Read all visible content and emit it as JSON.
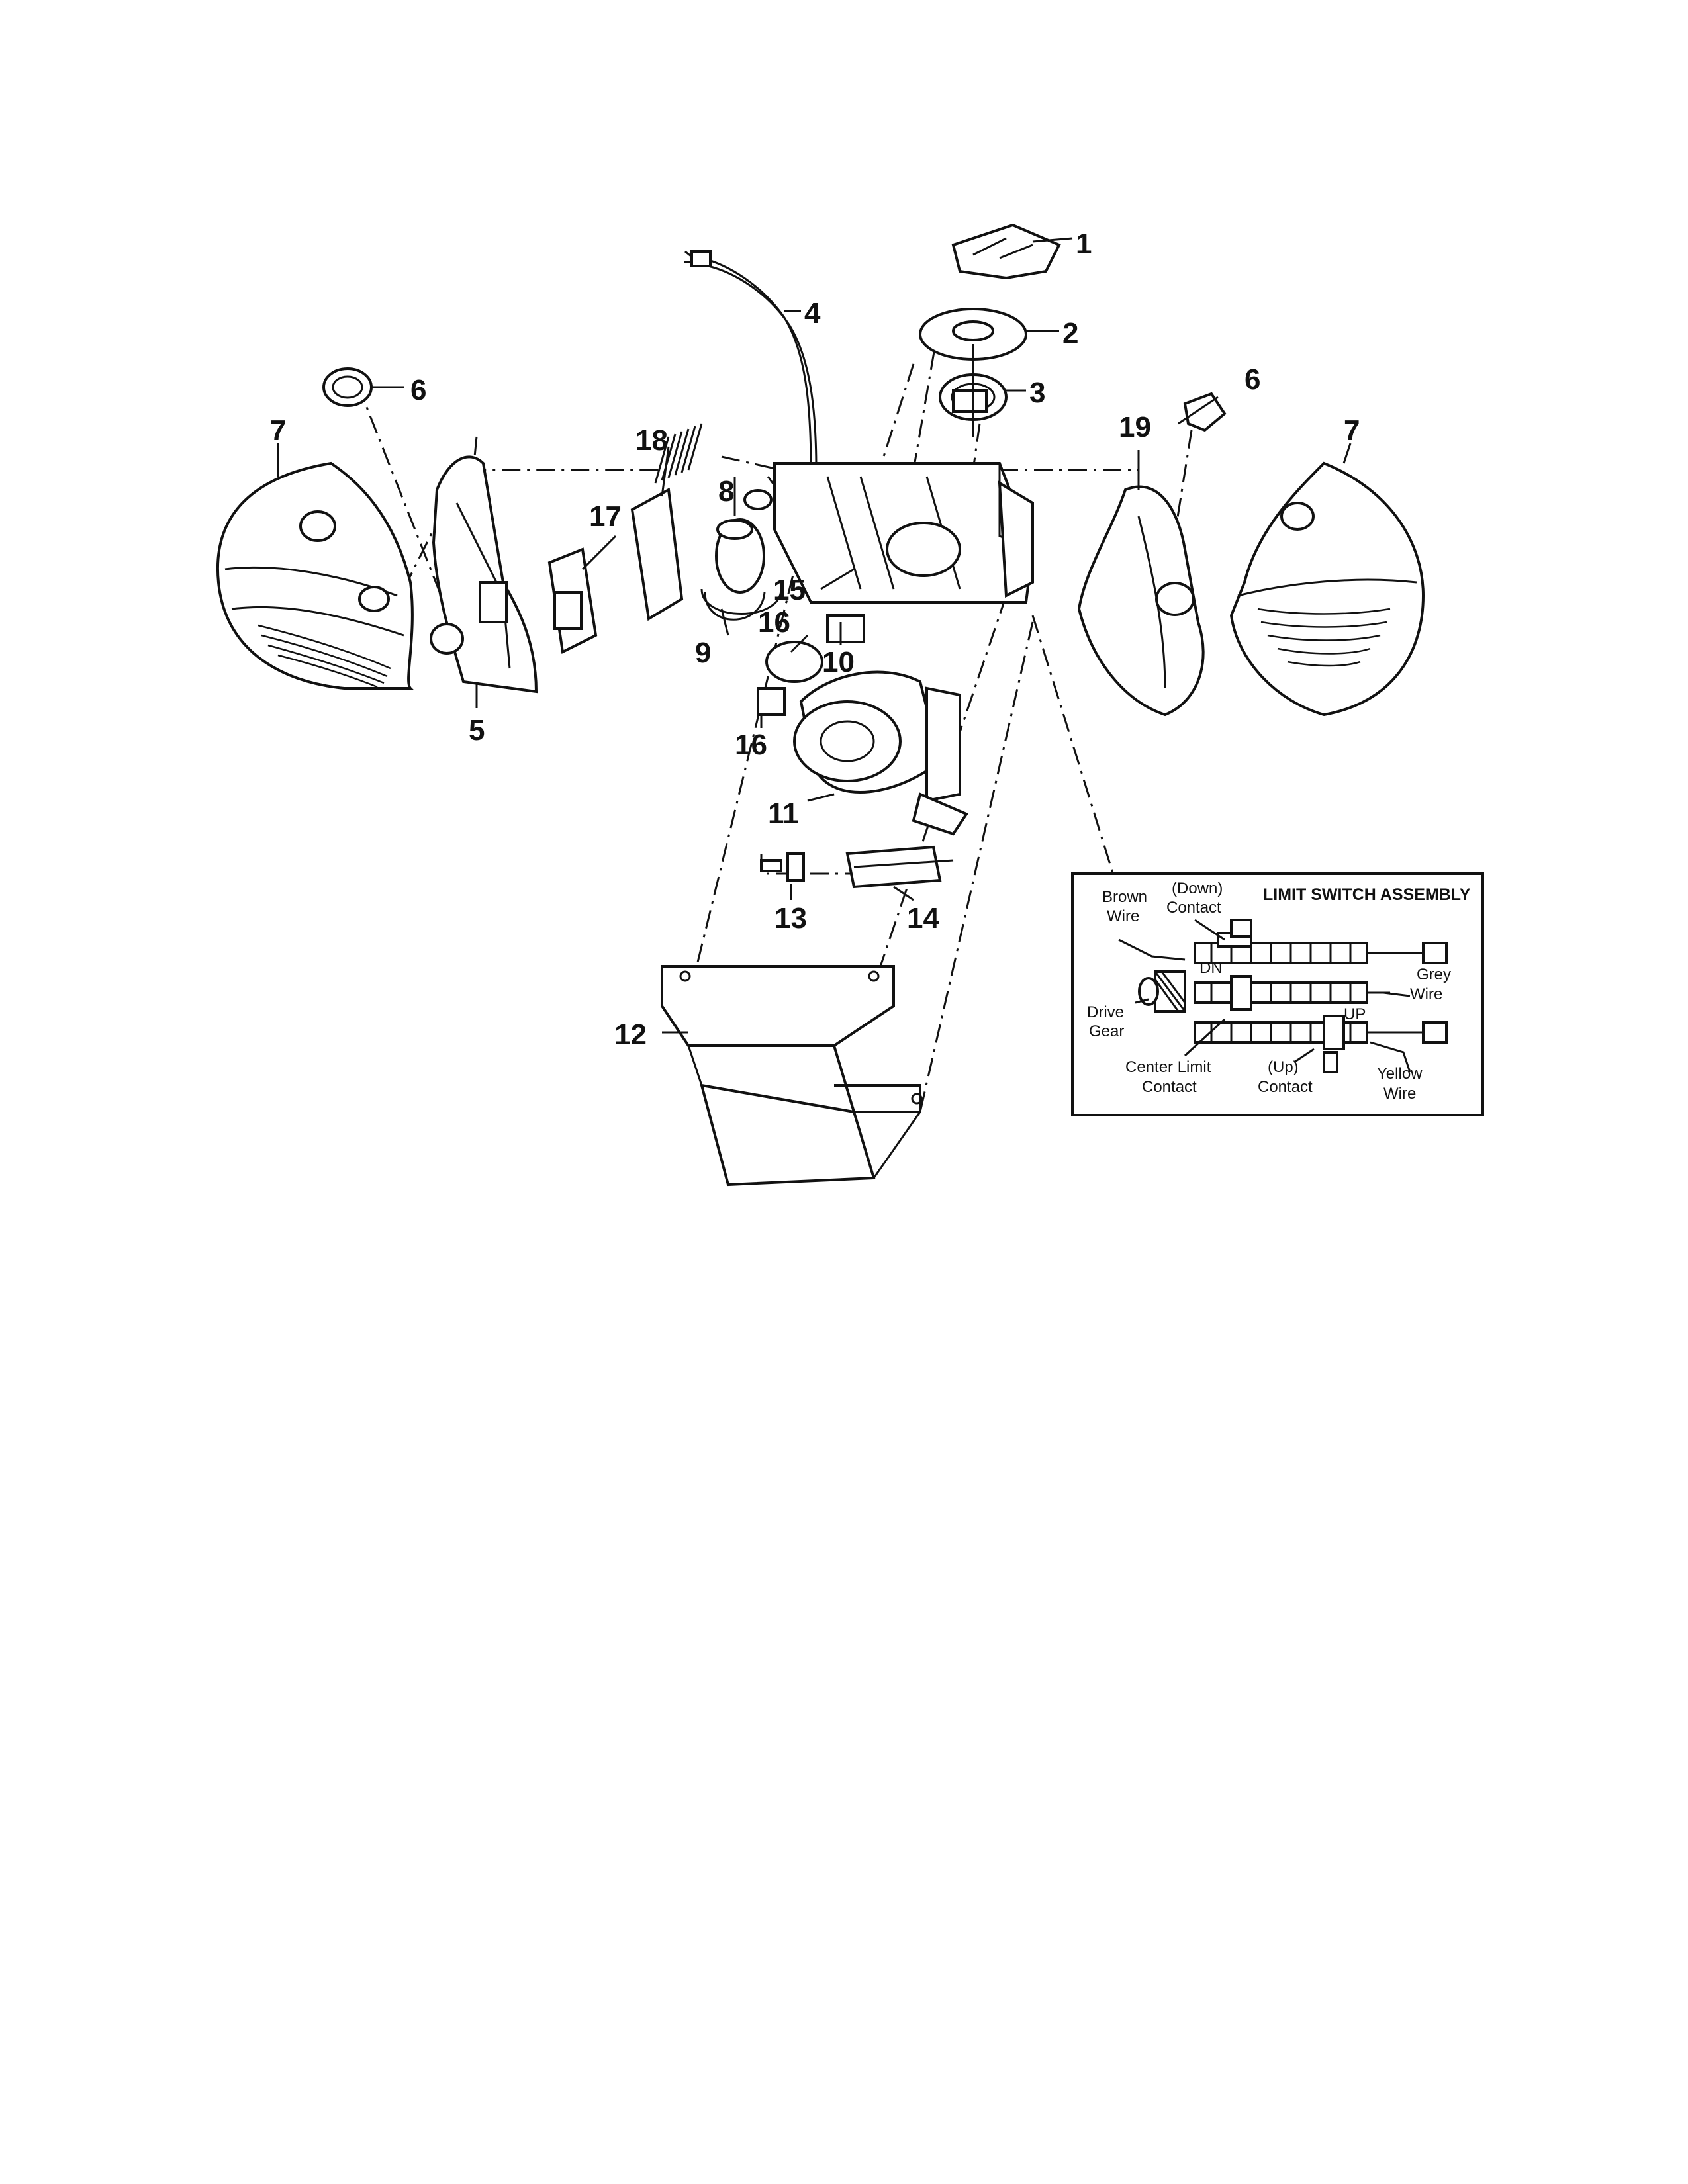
{
  "callouts": {
    "c1": "1",
    "c2": "2",
    "c3": "3",
    "c4": "4",
    "c5": "5",
    "c6a": "6",
    "c6b": "6",
    "c7a": "7",
    "c7b": "7",
    "c8": "8",
    "c9": "9",
    "c10": "10",
    "c11": "11",
    "c12": "12",
    "c13": "13",
    "c14": "14",
    "c15": "15",
    "c16a": "16",
    "c16b": "16",
    "c17": "17",
    "c18": "18",
    "c19": "19"
  },
  "inset": {
    "title": "LIMIT SWITCH ASSEMBLY",
    "brown_wire_1": "Brown",
    "brown_wire_2": "Wire",
    "down_contact_1": "(Down)",
    "down_contact_2": "Contact",
    "grey_wire_1": "Grey",
    "grey_wire_2": "Wire",
    "drive_gear_1": "Drive",
    "drive_gear_2": "Gear",
    "center_limit_1": "Center Limit",
    "center_limit_2": "Contact",
    "up_contact_1": "(Up)",
    "up_contact_2": "Contact",
    "yellow_wire_1": "Yellow",
    "yellow_wire_2": "Wire",
    "dn_mark": "DN",
    "up_mark": "UP"
  }
}
